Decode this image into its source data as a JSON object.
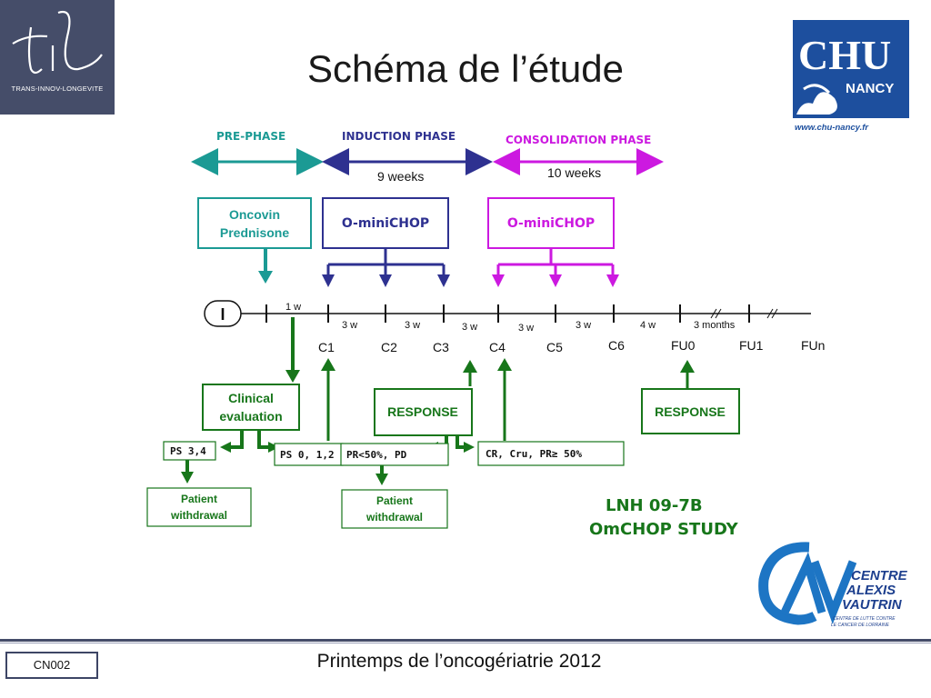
{
  "header": {
    "logo_caption": "TRANS-INNOV-LONGEVITE",
    "title": "Schéma de l’étude",
    "chu_name": "CHU",
    "chu_city": "NANCY",
    "chu_url": "www.chu-nancy.fr"
  },
  "phases": {
    "pre": "PRE-PHASE",
    "induction": "INDUCTION PHASE",
    "induction_duration": "9 weeks",
    "consolidation": "CONSOLIDATION PHASE",
    "consolidation_duration": "10 weeks"
  },
  "treatments": {
    "pre_line1": "Oncovin",
    "pre_line2": "Prednisone",
    "induction": "O-miniCHOP",
    "consolidation": "O-miniCHOP"
  },
  "timeline": {
    "start": "I",
    "intervals": [
      "1 w",
      "3 w",
      "3 w",
      "3 w",
      "3 w",
      "3 w",
      "4 w",
      "3 months"
    ],
    "cycles": [
      "C1",
      "C2",
      "C3",
      "C4",
      "C5",
      "C6",
      "FU0",
      "FU1",
      "FUn"
    ]
  },
  "evaluation": {
    "clinical_line1": "Clinical",
    "clinical_line2": "evaluation",
    "response_mid": "RESPONSE",
    "response_fu": "RESPONSE",
    "ps_bad": "PS 3,4",
    "ps_good": "PS 0, 1,2",
    "pr_bad": "PR<50%, PD",
    "cr_good": "CR, Cru, PR≥ 50%",
    "withdraw1_line1": "Patient",
    "withdraw1_line2": "withdrawal",
    "withdraw2_line1": "Patient",
    "withdraw2_line2": "withdrawal"
  },
  "study": {
    "line1": "LNH 09-7B",
    "line2": "OmCHOP STUDY"
  },
  "cav_logo": {
    "line1": "CENTRE",
    "line2": "ALEXIS",
    "line3": "VAUTRIN",
    "sub1": "CENTRE DE LUTTE CONTRE",
    "sub2": "LE CANCER DE LORRAINE"
  },
  "footer": {
    "code": "CN002",
    "text": "Printemps de l’oncogériatrie 2012"
  },
  "colors": {
    "teal": "#1b9a94",
    "navy": "#2e3190",
    "magenta": "#cc19e0",
    "green": "#17761a",
    "slate": "#454d69"
  }
}
